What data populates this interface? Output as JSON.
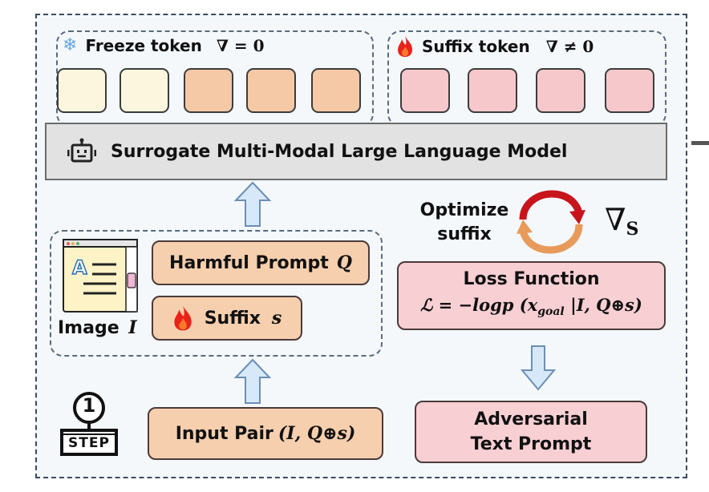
{
  "freeze": {
    "label": "Freeze token",
    "grad": "∇ = 0",
    "token_colors": [
      "#fdf6de",
      "#fdf6de",
      "#f5c8a6",
      "#f5c8a6",
      "#f5c8a6"
    ]
  },
  "suffix_group": {
    "label": "Suffix token",
    "grad": "∇ ≠ 0"
  },
  "model": {
    "label": "Surrogate Multi-Modal Large Language Model",
    "icon": "robot-icon"
  },
  "input_group": {
    "image_label": "Image",
    "image_symbol": "I",
    "harmful_label": "Harmful Prompt",
    "harmful_symbol": "Q",
    "suffix_label": "Suffix",
    "suffix_symbol": "s"
  },
  "optimize": {
    "line1": "Optimize",
    "line2": "suffix",
    "grad": "∇",
    "grad_sub": "S"
  },
  "loss": {
    "title": "Loss Function",
    "formula": "ℒ = −logp (x",
    "formula_sub": "goal",
    "formula_tail": " |I, Q⊕s)"
  },
  "input_pair": {
    "label": "Input Pair ",
    "formula": "(I, Q⊕s)"
  },
  "adversarial": {
    "line1": "Adversarial",
    "line2": "Text Prompt"
  },
  "step": {
    "number": "1",
    "label": "STEP"
  },
  "colors": {
    "peach": "#f6cfae",
    "pink": "#f8cfd3",
    "cream": "#fdf6de",
    "arrow_fill": "#d7e9f8",
    "arrow_stroke": "#6a8fb5",
    "flame": "#e8231a"
  }
}
